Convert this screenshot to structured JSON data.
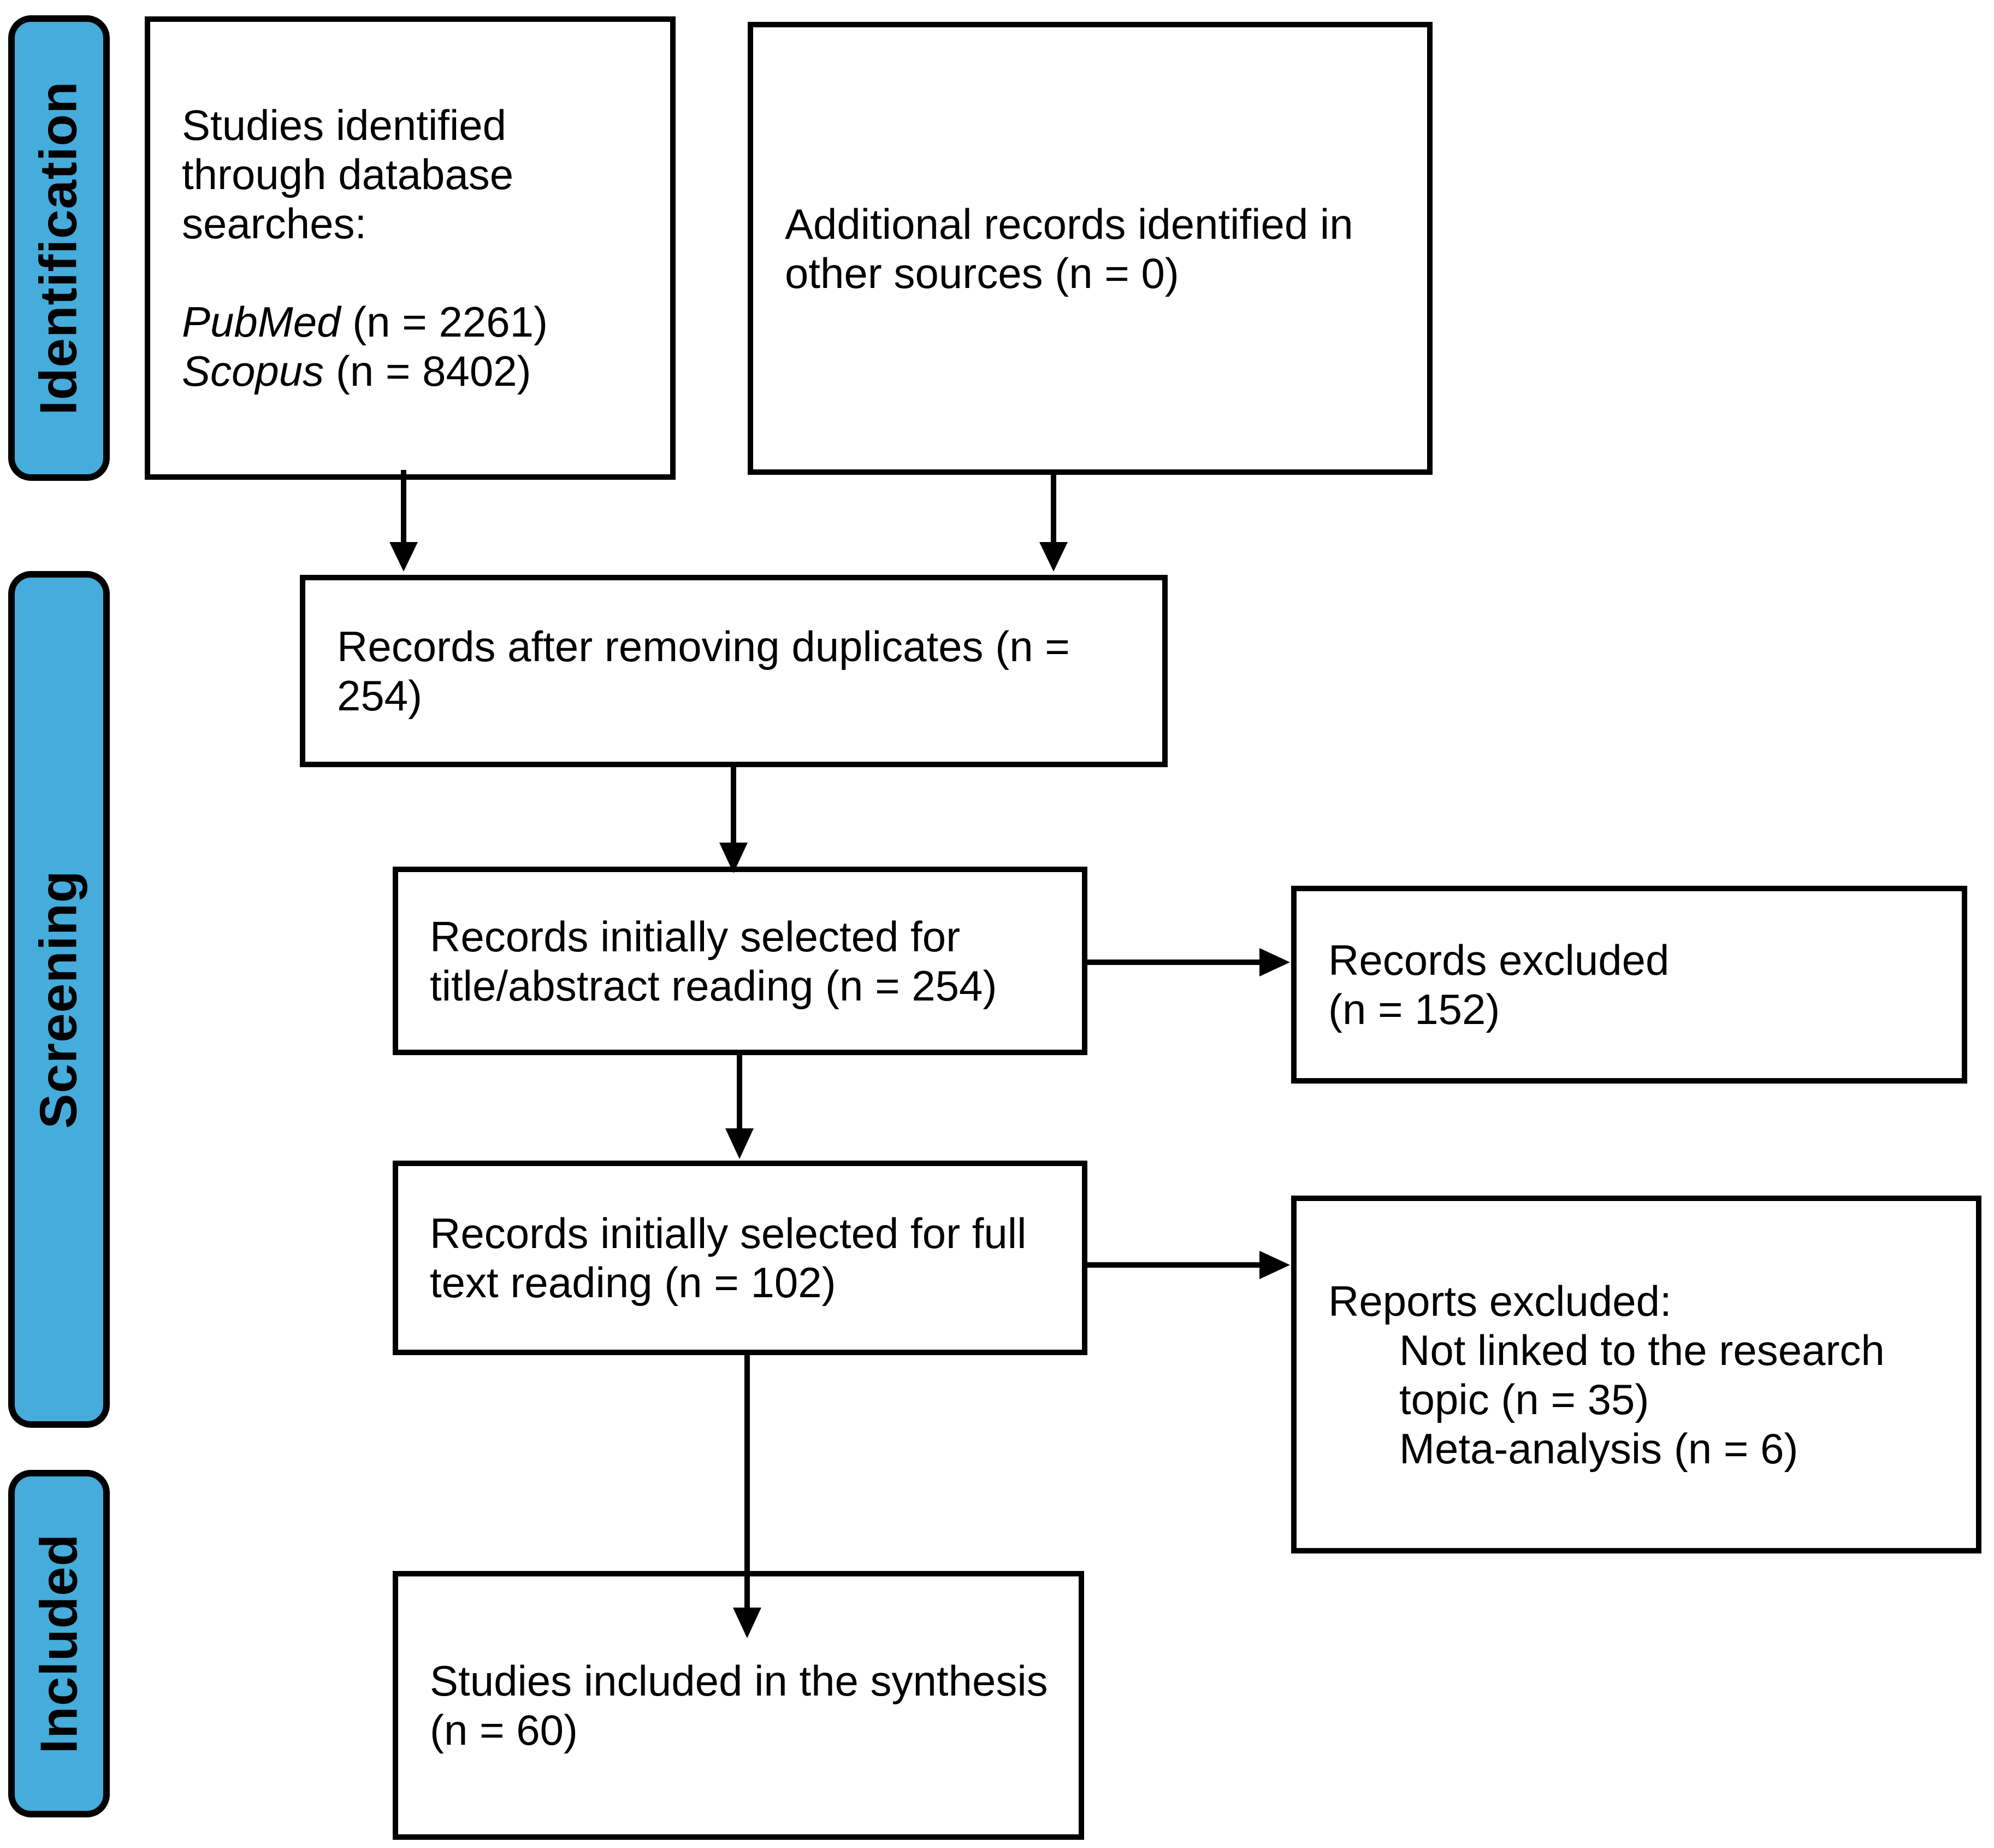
{
  "colors": {
    "stage_fill": "#45ACDB",
    "line_color": "#000000",
    "background": "#FFFFFF"
  },
  "stages": [
    {
      "label": "Identification"
    },
    {
      "label": "Screening"
    },
    {
      "label": "Included"
    }
  ],
  "boxes": {
    "db_search": {
      "intro": "Studies identified\nthrough database\nsearches:",
      "sources": [
        {
          "name": "PubMed",
          "count": " (n = 2261)"
        },
        {
          "name": "Scopus",
          "count": " (n = 8402)"
        }
      ]
    },
    "other_sources": {
      "text": "Additional records identified in\nother sources (n = 0)"
    },
    "dedup": {
      "text": "Records after removing duplicates (n =\n254)"
    },
    "title_abstract": {
      "text": "Records initially selected for\ntitle/abstract reading (n = 254)"
    },
    "records_excluded": {
      "text": "Records excluded\n(n = 152)"
    },
    "full_text": {
      "text": "Records initially selected for full\ntext reading (n = 102)"
    },
    "reports_excluded": {
      "title": "Reports excluded:",
      "items": "Not linked to the research\ntopic (n = 35)\nMeta-analysis (n = 6)"
    },
    "included_synthesis": {
      "text": "Studies included in the synthesis\n(n = 60)"
    }
  }
}
